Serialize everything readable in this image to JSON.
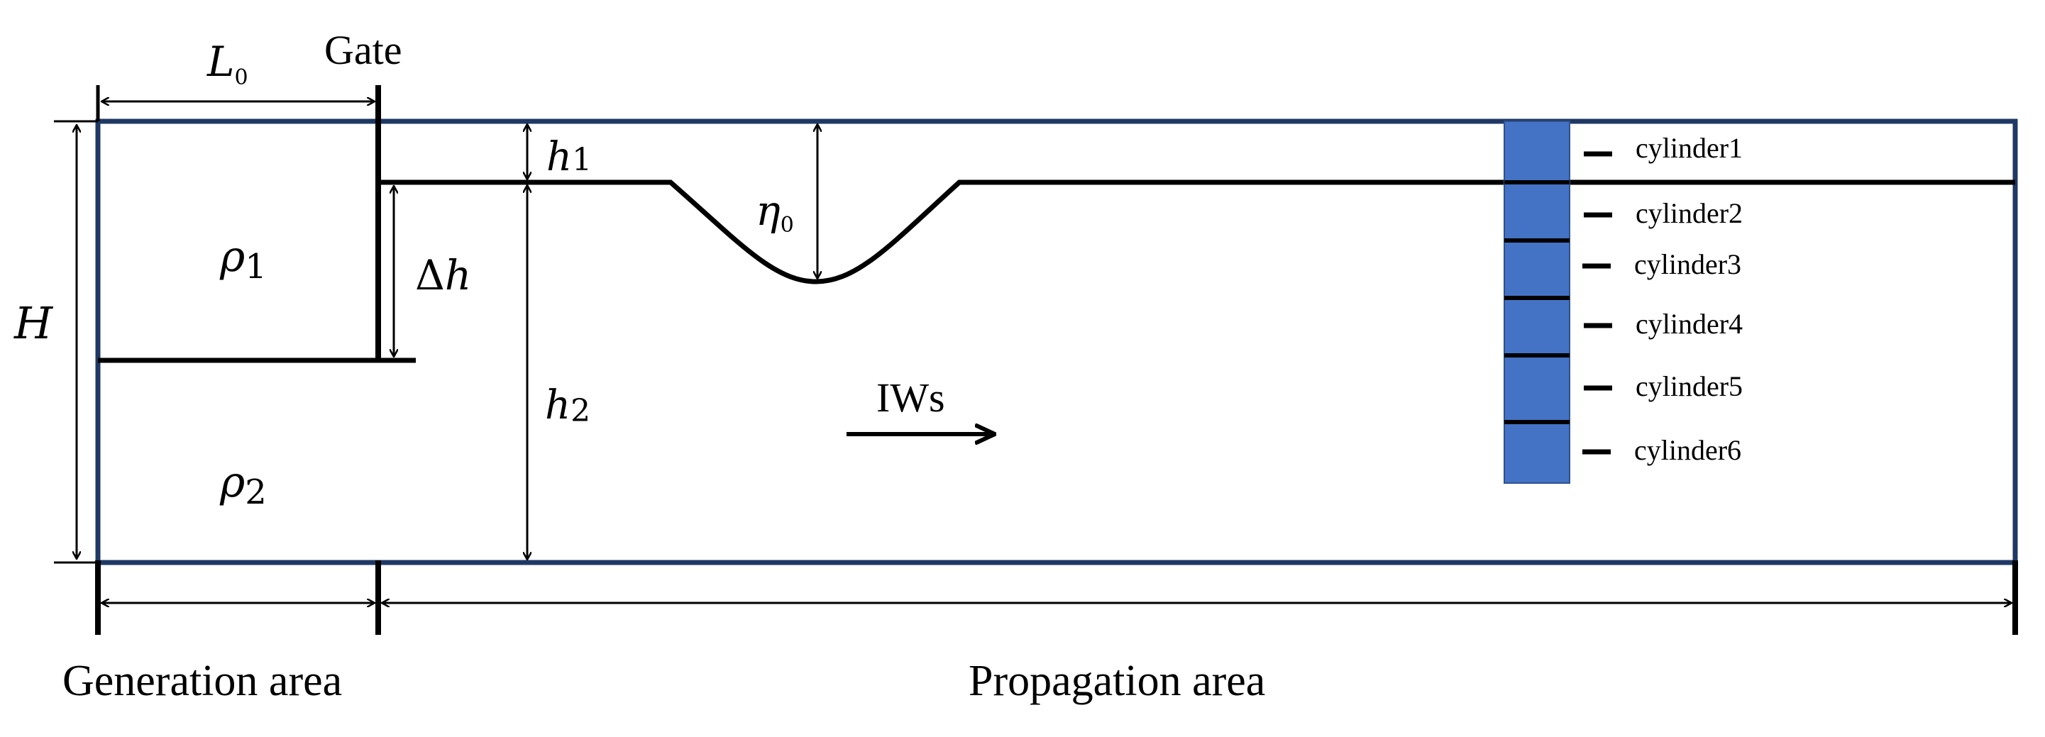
{
  "labels": {
    "L0": "L",
    "L0_sub": "0",
    "gate": "Gate",
    "H": "H",
    "rho1": "ρ",
    "rho1_sub": "1",
    "rho2": "ρ",
    "rho2_sub": "2",
    "delta_h_symbol": "Δ",
    "delta_h_var": "h",
    "h1": "h",
    "h1_sub": "1",
    "h2": "h",
    "h2_sub": "2",
    "eta0": "η",
    "eta0_sub": "0",
    "iws": "IWs",
    "generation_area": "Generation area",
    "propagation_area": "Propagation area"
  },
  "cylinders": [
    "cylinder1",
    "cylinder2",
    "cylinder3",
    "cylinder4",
    "cylinder5",
    "cylinder6"
  ],
  "colors": {
    "tank_border": "#1f3864",
    "cylinder_fill": "#4472c4",
    "cylinder_stroke": "#2f528f",
    "line": "#000000"
  }
}
